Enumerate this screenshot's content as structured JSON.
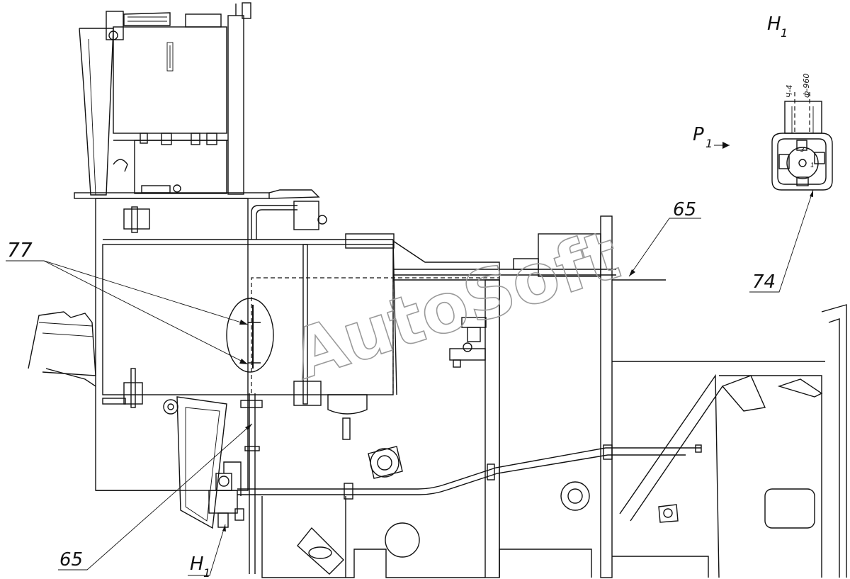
{
  "callouts": {
    "label_77": "77",
    "label_65_top": "65",
    "label_65_bottom": "65",
    "label_74": "74",
    "view_h1": "H",
    "view_h1_sub": "1",
    "view_p1": "P",
    "view_p1_sub": "1",
    "bottom_h1": "H",
    "bottom_h1_sub": "1"
  },
  "detail": {
    "dim_a": "Ч-4",
    "dim_b": "ф-960",
    "pin_3": "3",
    "pin_1": "1"
  },
  "watermark": {
    "text": "AutoSoft"
  }
}
